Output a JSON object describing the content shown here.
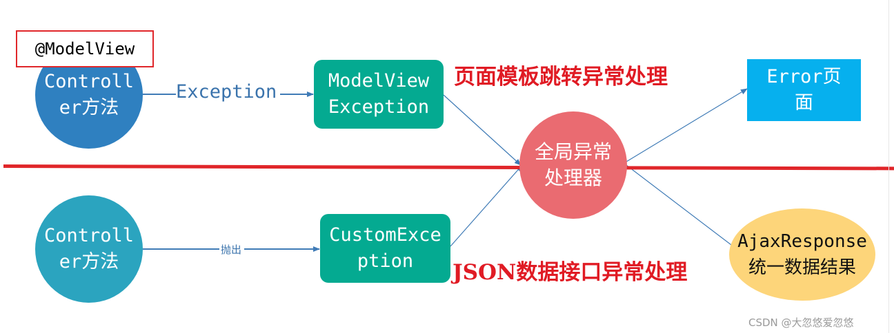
{
  "annotation": {
    "text": "@ModelView"
  },
  "nodes": {
    "controller_top": {
      "text": "Controll\ner方法"
    },
    "modelview_exception": {
      "text": "ModelView\nException"
    },
    "global_handler": {
      "text": "全局异常\n处理器"
    },
    "error_page": {
      "text": "Error页\n面"
    },
    "controller_bottom": {
      "text": "Controll\ner方法"
    },
    "custom_exception": {
      "text": "CustomExce\nption"
    },
    "ajax_response": {
      "text": "AjaxResponse\n统一数据结果"
    }
  },
  "edges": {
    "exception_label": "Exception",
    "throw_label": "抛出"
  },
  "titles": {
    "top": "页面模板跳转异常处理",
    "bottom": "JSON数据接口异常处理"
  },
  "colors": {
    "controller_top": "#2f80c0",
    "controller_bottom": "#2ba4bf",
    "green": "#04aa91",
    "global_handler": "#ea6b71",
    "error_page": "#06b0ee",
    "ajax_response": "#fdd57a",
    "divider": "#e0262a",
    "arrow": "#3f7bb6"
  },
  "watermark": "CSDN @大忽悠爱忽悠"
}
